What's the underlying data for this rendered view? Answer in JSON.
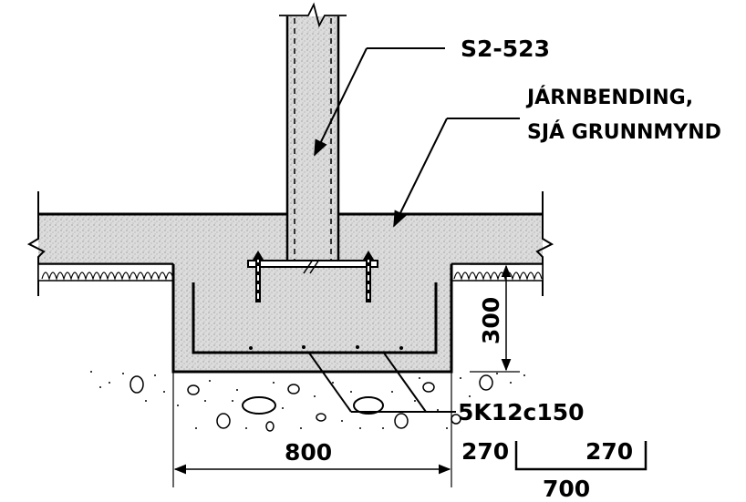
{
  "labels": {
    "column_ref": "S2-523",
    "reinforcement_note_line1": "JÁRNBENDING,",
    "reinforcement_note_line2": "SJÁ GRUNNMYND",
    "footing_depth": "300",
    "bottom_bars": "5K12c150",
    "footing_width": "800",
    "bar_leg_left": "270",
    "bar_leg_right": "270",
    "bar_length": "700"
  },
  "colors": {
    "ink": "#000000",
    "concrete": "#d9d9d9",
    "background": "#ffffff"
  }
}
